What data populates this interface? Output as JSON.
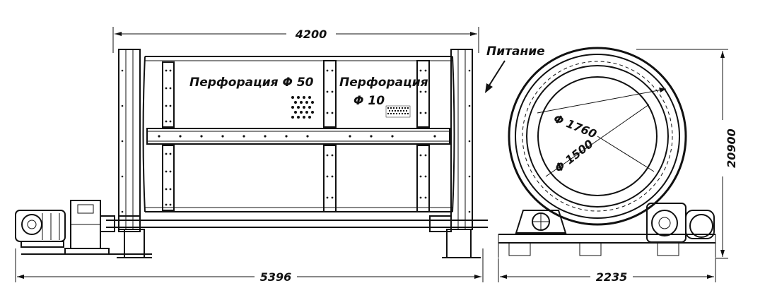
{
  "labels": {
    "overall_length_top": "4200",
    "overall_length_bottom": "5396",
    "feed": "Питание",
    "perforation_50": "Перфорация Φ 50",
    "perforation_10_line1": "Перфорация",
    "perforation_10_line2": "Φ 10",
    "diameter_outer": "Φ 1760",
    "diameter_inner": "Φ 1500",
    "height": "20900",
    "width_end_view": "2235"
  },
  "colors": {
    "ink": "#111111",
    "paper": "#ffffff"
  }
}
